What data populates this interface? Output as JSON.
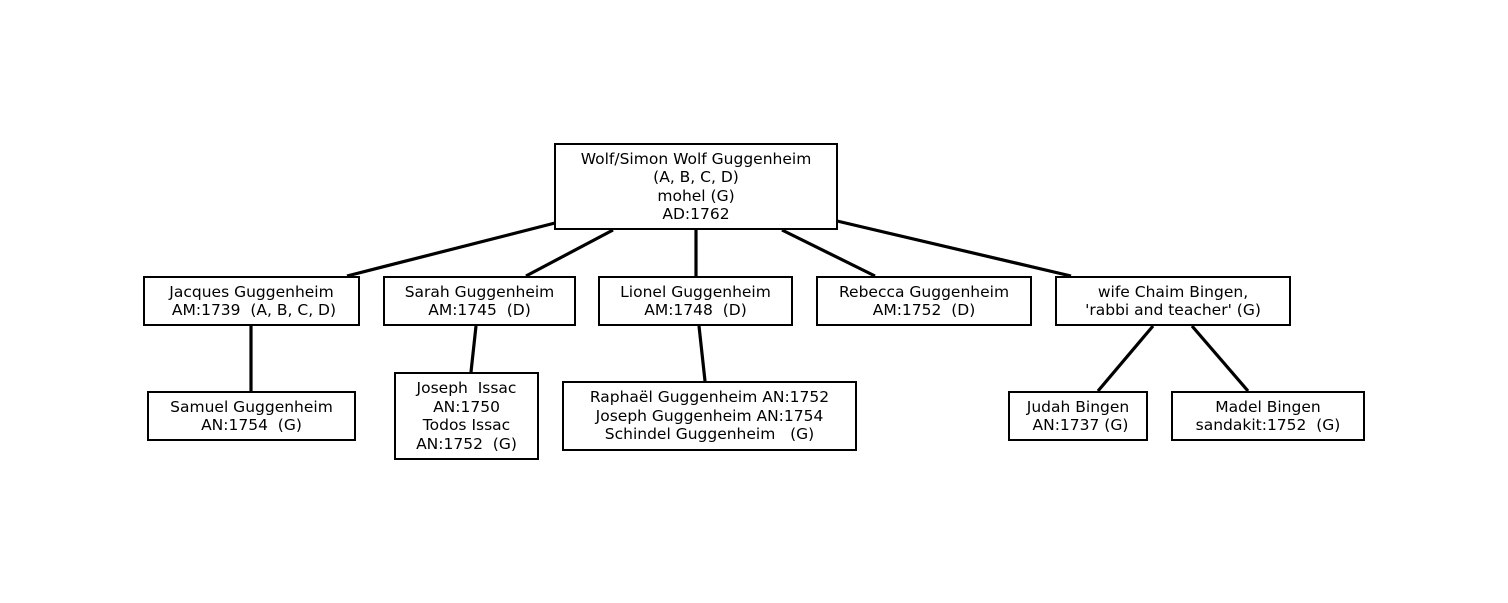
{
  "diagram": {
    "type": "family-tree",
    "colors": {
      "box_border": "#000000",
      "edge": "#000000",
      "background": "#ffffff",
      "text": "#000000"
    },
    "nodes": [
      {
        "id": "wolf",
        "lines": [
          "Wolf/Simon Wolf Guggenheim",
          "(A, B, C, D)",
          "mohel (G)",
          "AD:1762"
        ]
      },
      {
        "id": "jacques",
        "lines": [
          "Jacques Guggenheim",
          " AM:1739  (A, B, C, D)"
        ]
      },
      {
        "id": "sarah",
        "lines": [
          "Sarah Guggenheim",
          "AM:1745  (D)"
        ]
      },
      {
        "id": "lionel",
        "lines": [
          "Lionel Guggenheim",
          "AM:1748  (D)"
        ]
      },
      {
        "id": "rebecca",
        "lines": [
          "Rebecca Guggenheim",
          "AM:1752  (D)"
        ]
      },
      {
        "id": "chaim",
        "lines": [
          "wife Chaim Bingen,",
          "'rabbi and teacher' (G)"
        ]
      },
      {
        "id": "samuel",
        "lines": [
          "Samuel Guggenheim",
          "AN:1754  (G)"
        ]
      },
      {
        "id": "issac",
        "lines": [
          "Joseph  Issac",
          "AN:1750",
          "Todos Issac",
          "AN:1752  (G)"
        ]
      },
      {
        "id": "raphael",
        "lines": [
          "Raphaël Guggenheim AN:1752",
          "Joseph Guggenheim AN:1754",
          "Schindel Guggenheim   (G)"
        ]
      },
      {
        "id": "judah",
        "lines": [
          "Judah Bingen",
          " AN:1737 (G)"
        ]
      },
      {
        "id": "madel",
        "lines": [
          "Madel Bingen",
          "sandakit:1752  (G)"
        ]
      }
    ],
    "edges": [
      {
        "from": "wolf",
        "to": "jacques"
      },
      {
        "from": "wolf",
        "to": "sarah"
      },
      {
        "from": "wolf",
        "to": "lionel"
      },
      {
        "from": "wolf",
        "to": "rebecca"
      },
      {
        "from": "wolf",
        "to": "chaim"
      },
      {
        "from": "jacques",
        "to": "samuel"
      },
      {
        "from": "sarah",
        "to": "issac"
      },
      {
        "from": "lionel",
        "to": "raphael"
      },
      {
        "from": "chaim",
        "to": "judah"
      },
      {
        "from": "chaim",
        "to": "madel"
      }
    ]
  }
}
